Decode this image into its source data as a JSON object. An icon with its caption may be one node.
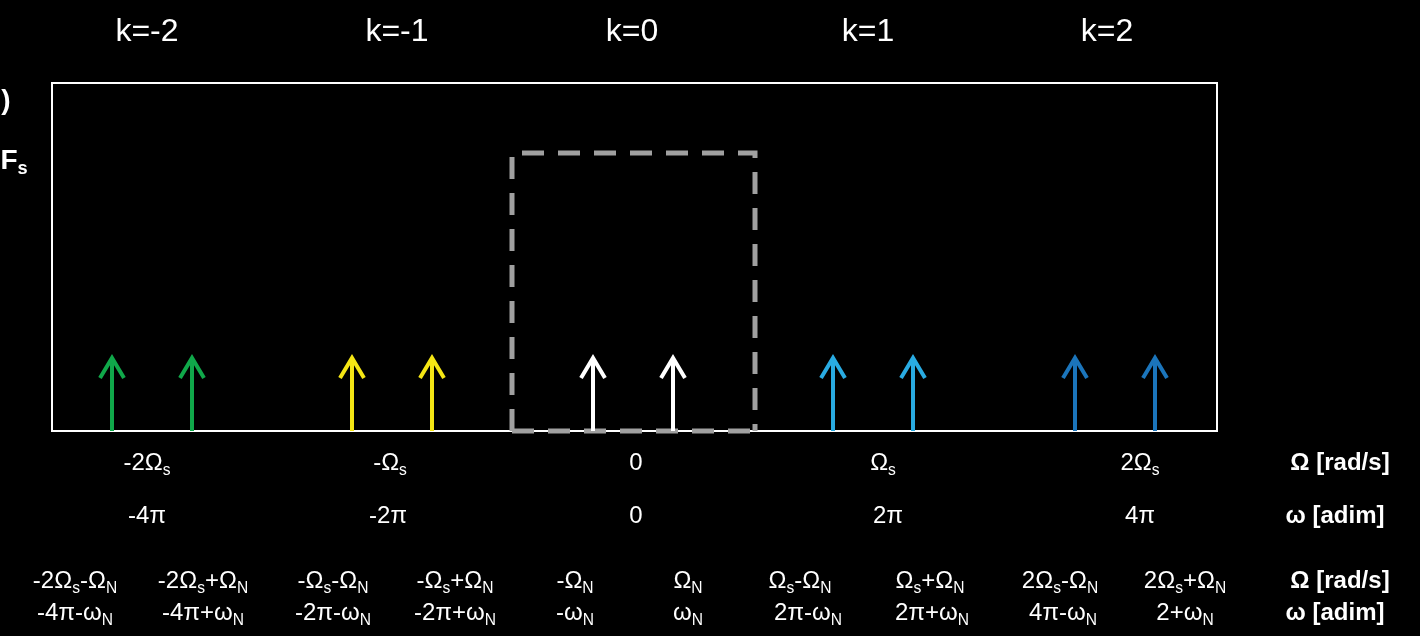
{
  "diagram": {
    "labels": [
      "k=-2",
      "k=-1",
      "k=0",
      "k=1",
      "k=2",
      ")",
      "F$_{s}$",
      "-2Ω$_{s}$",
      "-Ω$_{s}$",
      "0",
      "Ω$_{s}$",
      "2Ω$_{s}$",
      "Ω [rad/s]",
      "-4π",
      "-2π",
      "0",
      "2π",
      "4π",
      "ω [adim]",
      "-2Ω$_{s}$-Ω$_{N}$",
      "-2Ω$_{s}$+Ω$_{N}$",
      "-Ω$_{s}$-Ω$_{N}$",
      "-Ω$_{s}$+Ω$_{N}$",
      "-Ω$_{N}$",
      "Ω$_{N}$",
      "Ω$_{s}$-Ω$_{N}$",
      "Ω$_{s}$+Ω$_{N}$",
      "2Ω$_{s}$-Ω$_{N}$",
      "2Ω$_{s}$+Ω$_{N}$",
      "Ω [rad/s]",
      "-4π-ω$_{N}$",
      "-4π+ω$_{N}$",
      "-2π-ω$_{N}$",
      "-2π+ω$_{N}$",
      "-ω$_{N}$",
      "ω$_{N}$",
      "2π-ω$_{N}$",
      "2π+ω$_{N}$",
      "4π-ω$_{N}$",
      "2+ω$_{N}$",
      "ω [adim]"
    ]
  }
}
